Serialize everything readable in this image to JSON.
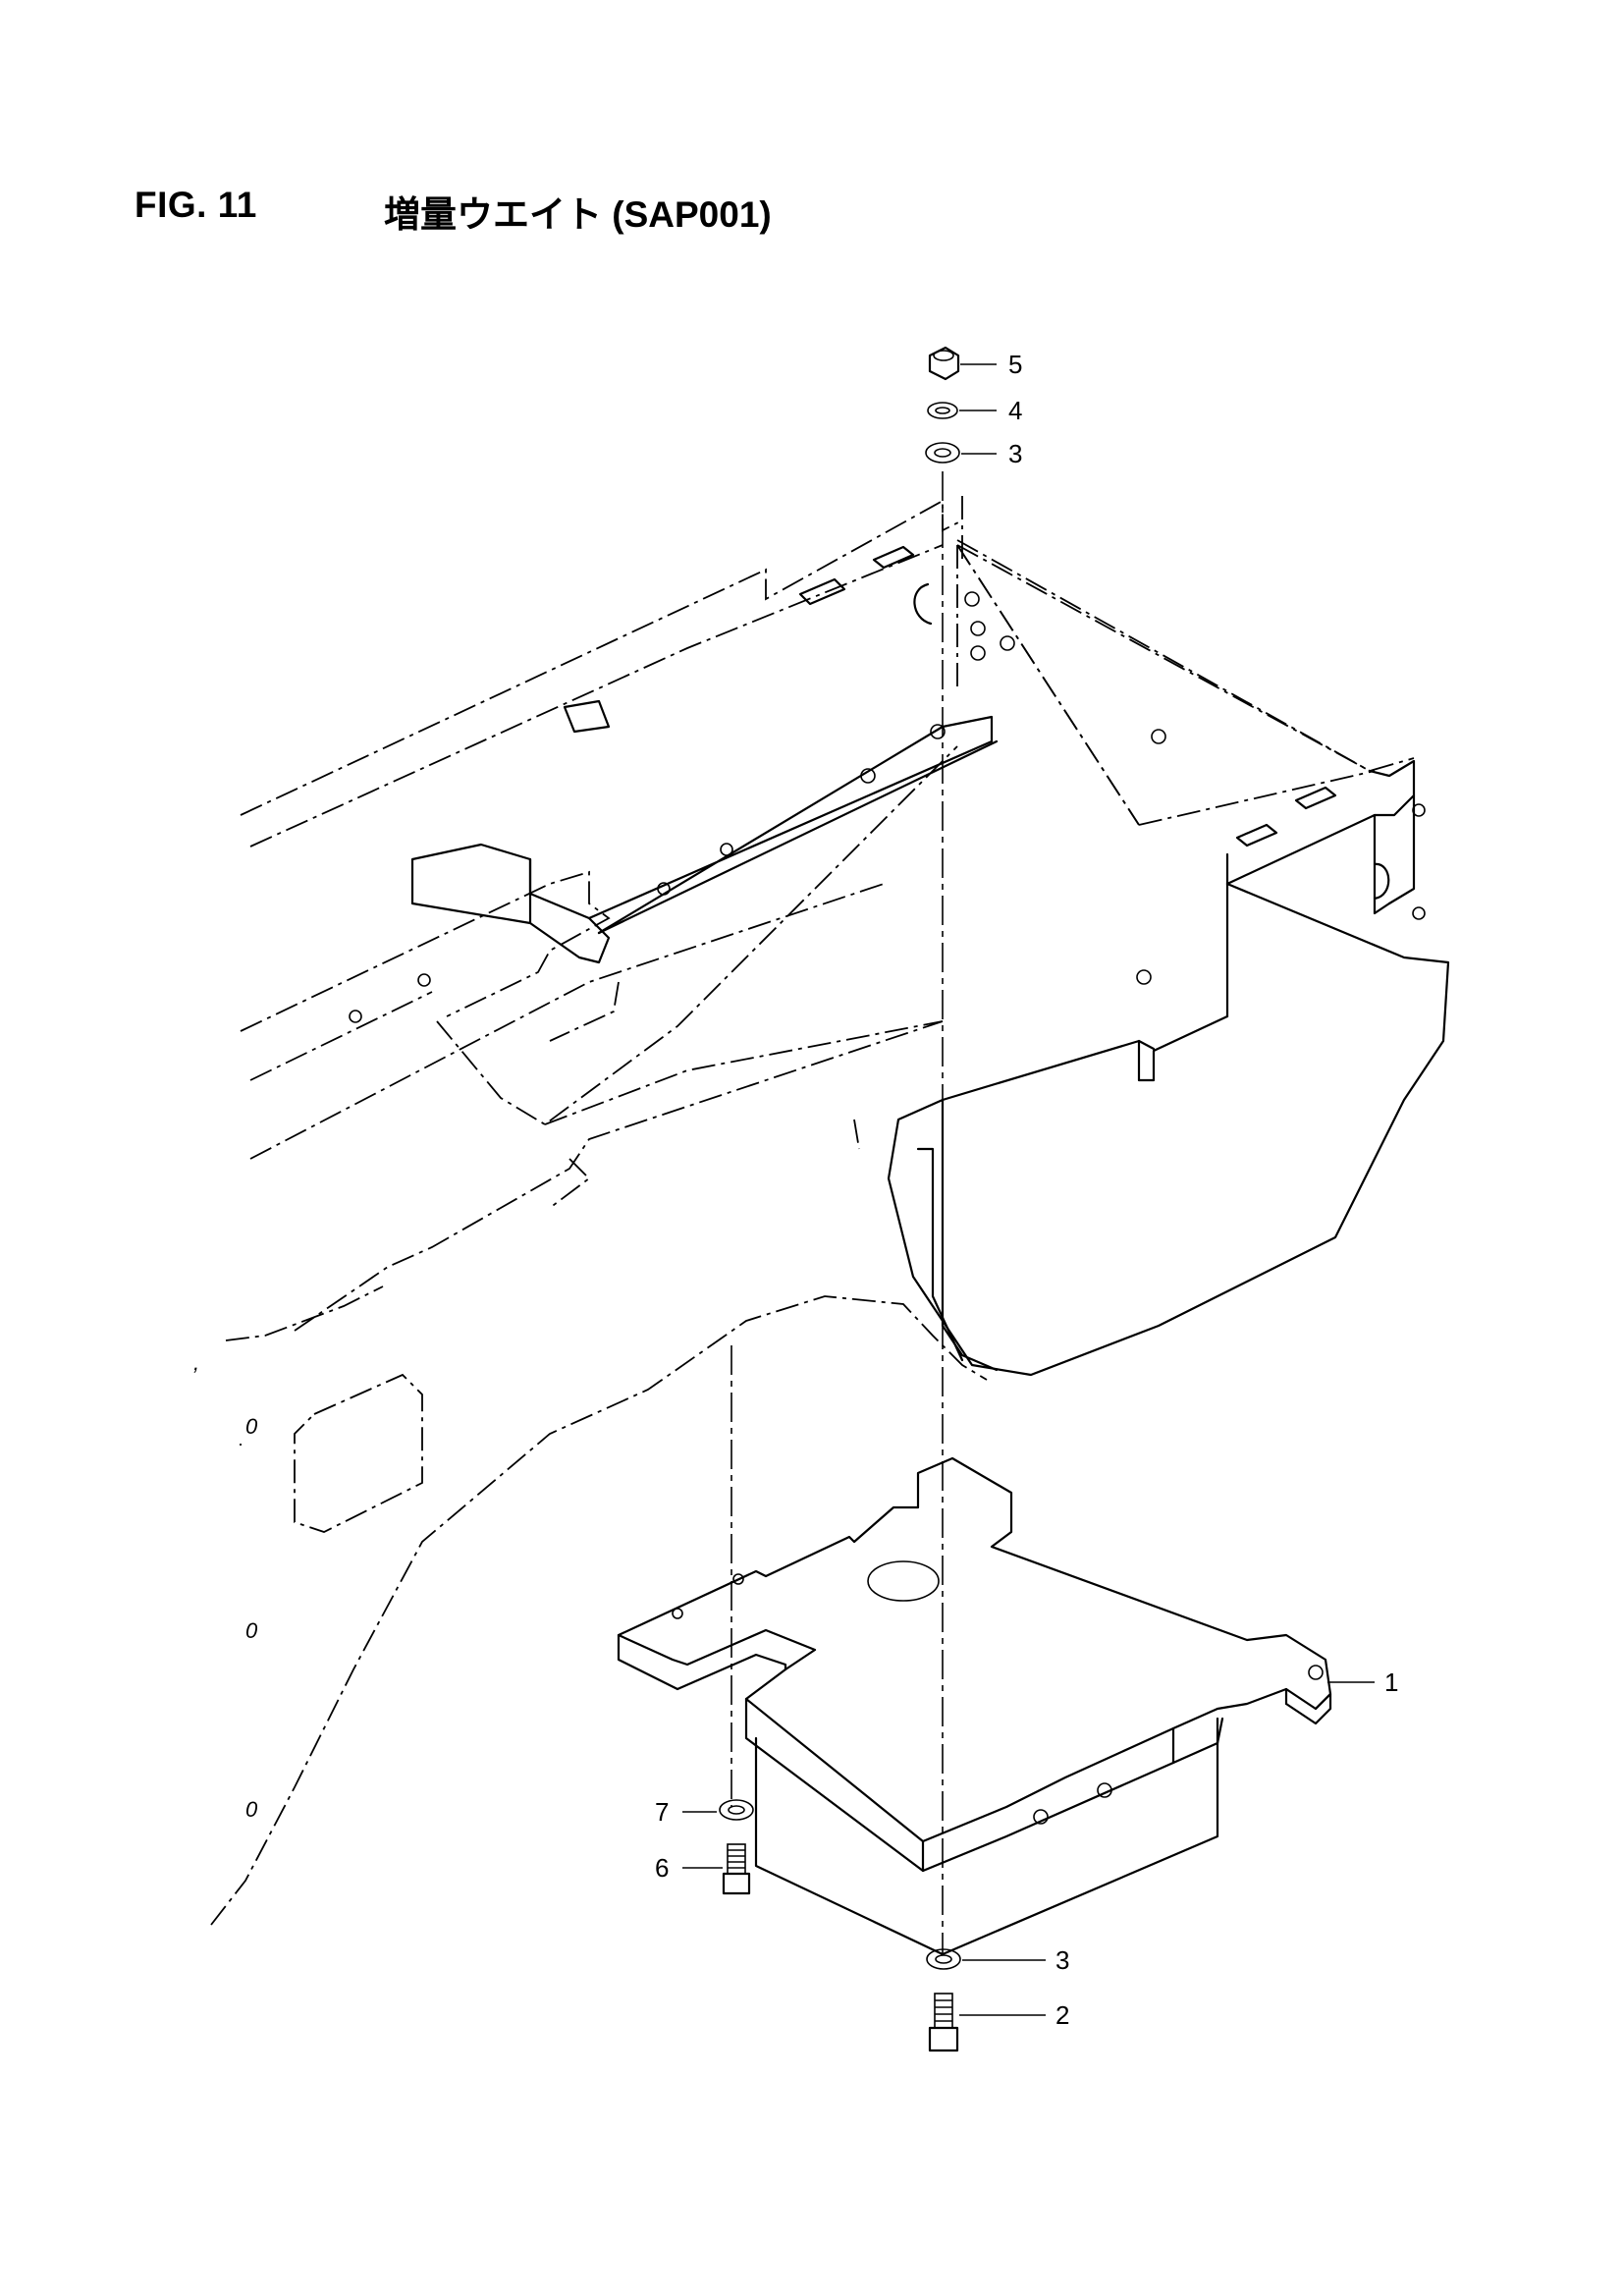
{
  "figure": {
    "number": "FIG. 11",
    "title": "増量ウエイト (SAP001)"
  },
  "callouts": [
    {
      "id": "c5a",
      "label": "5"
    },
    {
      "id": "c4a",
      "label": "4"
    },
    {
      "id": "c3a",
      "label": "3"
    },
    {
      "id": "c1",
      "label": "1"
    },
    {
      "id": "c7",
      "label": "7"
    },
    {
      "id": "c6",
      "label": "6"
    },
    {
      "id": "c3b",
      "label": "3"
    },
    {
      "id": "c2",
      "label": "2"
    }
  ],
  "phantom_marks": [
    "0",
    "0",
    "0",
    ","
  ]
}
